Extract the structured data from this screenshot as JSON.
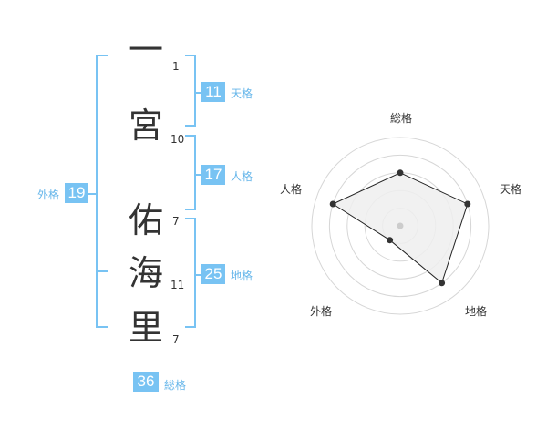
{
  "colors": {
    "accent": "#78c3f3",
    "accent_text": "#66b6ea",
    "character_text": "#333333",
    "radar_fill": "#eeeeee",
    "radar_ring": "#d6d6d6"
  },
  "name": {
    "characters": [
      {
        "char": "一",
        "strokes": "1"
      },
      {
        "char": "宮",
        "strokes": "10"
      },
      {
        "char": "佑",
        "strokes": "7"
      },
      {
        "char": "海",
        "strokes": "11"
      },
      {
        "char": "里",
        "strokes": "7"
      }
    ]
  },
  "fortunes": {
    "tenkaku": {
      "value": "11",
      "label": "天格"
    },
    "jinkaku": {
      "value": "17",
      "label": "人格"
    },
    "chikaku": {
      "value": "25",
      "label": "地格"
    },
    "gaikaku": {
      "value": "19",
      "label": "外格"
    },
    "soukaku": {
      "value": "36",
      "label": "総格"
    }
  },
  "radar": {
    "labels": {
      "soukaku": "総格",
      "tenkaku": "天格",
      "chikaku": "地格",
      "gaikaku": "外格",
      "jinkaku": "人格"
    },
    "levels": 5,
    "scores": {
      "soukaku": 3,
      "tenkaku": 4,
      "chikaku": 4,
      "gaikaku": 1,
      "jinkaku": 4
    }
  }
}
